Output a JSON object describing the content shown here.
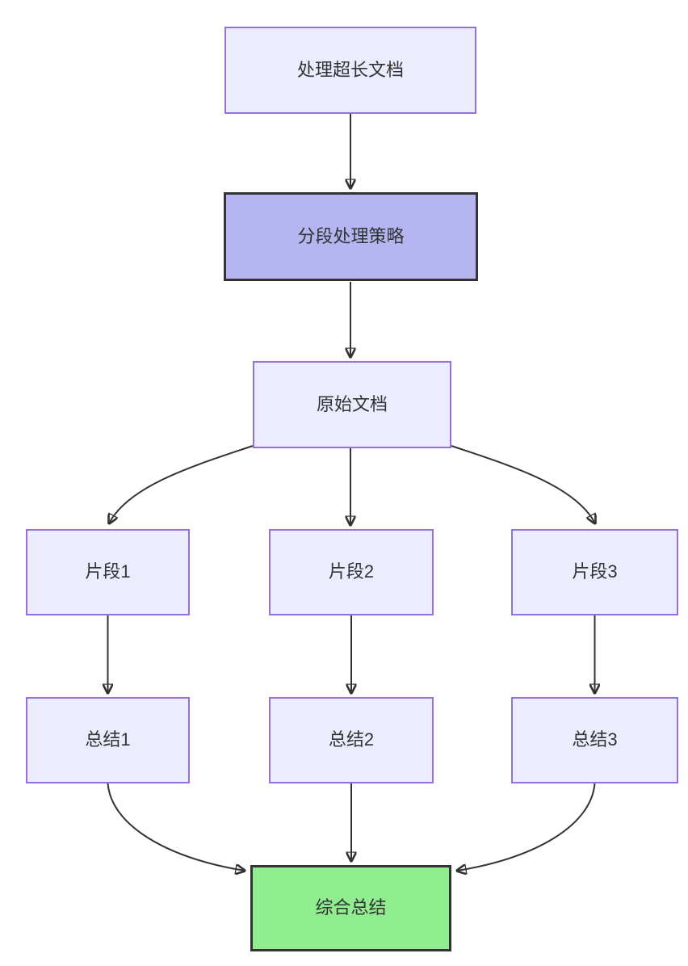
{
  "diagram": {
    "type": "flowchart",
    "direction": "top-down",
    "nodes": [
      {
        "id": "A",
        "label": "处理超长文档",
        "style": "default"
      },
      {
        "id": "B",
        "label": "分段处理策略",
        "style": "highlight"
      },
      {
        "id": "C",
        "label": "原始文档",
        "style": "default"
      },
      {
        "id": "D1",
        "label": "片段1",
        "style": "default"
      },
      {
        "id": "D2",
        "label": "片段2",
        "style": "default"
      },
      {
        "id": "D3",
        "label": "片段3",
        "style": "default"
      },
      {
        "id": "E1",
        "label": "总结1",
        "style": "default"
      },
      {
        "id": "E2",
        "label": "总结2",
        "style": "default"
      },
      {
        "id": "E3",
        "label": "总结3",
        "style": "default"
      },
      {
        "id": "F",
        "label": "综合总结",
        "style": "success"
      }
    ],
    "edges": [
      {
        "from": "处理超长文档",
        "to": "分段处理策略"
      },
      {
        "from": "分段处理策略",
        "to": "原始文档"
      },
      {
        "from": "原始文档",
        "to": "片段1"
      },
      {
        "from": "原始文档",
        "to": "片段2"
      },
      {
        "from": "原始文档",
        "to": "片段3"
      },
      {
        "from": "片段1",
        "to": "总结1"
      },
      {
        "from": "片段2",
        "to": "总结2"
      },
      {
        "from": "片段3",
        "to": "总结3"
      },
      {
        "from": "总结1",
        "to": "综合总结"
      },
      {
        "from": "总结2",
        "to": "综合总结"
      },
      {
        "from": "总结3",
        "to": "综合总结"
      }
    ],
    "colors": {
      "background": "#FFFFFF",
      "node_fill": "#ECECFF",
      "node_border": "#9370DB",
      "highlight_fill": "#B5B5F2",
      "highlight_border": "#333333",
      "success_fill": "#90EE90",
      "success_border": "#333333",
      "edge": "#333333",
      "text": "#333333"
    }
  }
}
